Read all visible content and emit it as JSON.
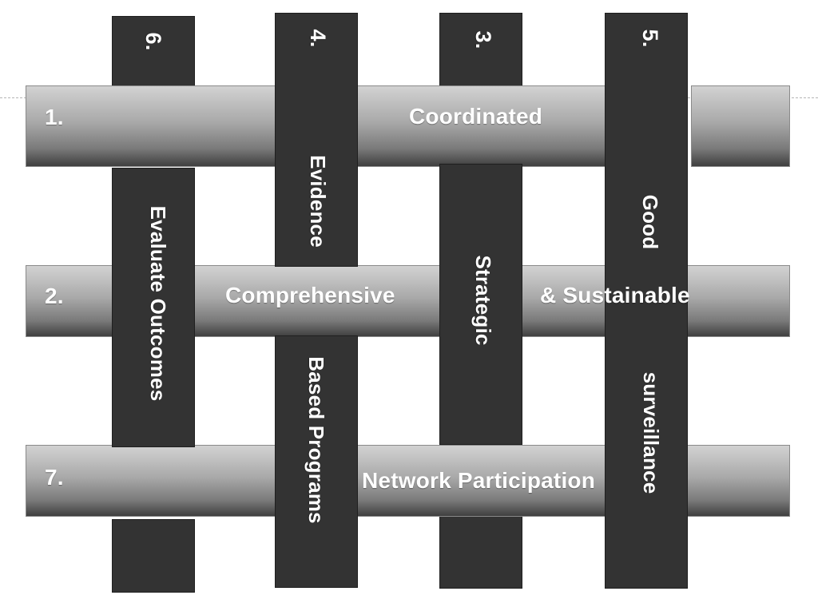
{
  "bands": {
    "coordinated": {
      "number": "1.",
      "label": "Coordinated"
    },
    "comprehensive": {
      "number": "2.",
      "label_left": "Comprehensive",
      "label_right": "& Sustainable"
    },
    "network": {
      "number": "7.",
      "label": "Network Participation"
    }
  },
  "columns": {
    "evaluate": {
      "number": "6.",
      "label": "Evaluate Outcomes"
    },
    "evidence": {
      "number": "4.",
      "label_top": "Evidence",
      "label_bottom": "Based Programs"
    },
    "strategic": {
      "number": "3.",
      "label": "Strategic"
    },
    "surveillance": {
      "number": "5.",
      "label_top": "Good",
      "label_bottom": "surveillance"
    }
  },
  "colors": {
    "column_fill": "#333333",
    "band_gradient_top": "#d2d2d2",
    "band_gradient_bottom": "#3f3f3f",
    "text": "#ffffff"
  }
}
